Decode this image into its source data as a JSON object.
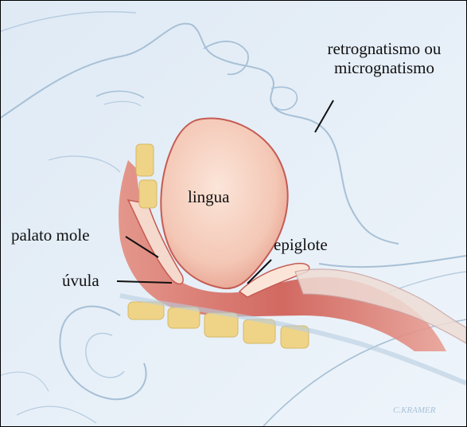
{
  "labels": {
    "retrognathism_line1": "retrognatismo ou",
    "retrognathism_line2": "micrognatismo",
    "tongue": "lingua",
    "soft_palate": "palato mole",
    "epiglottis": "epiglote",
    "uvula": "úvula"
  },
  "signature": "C.KRAMER",
  "colors": {
    "skin_background": "#e9f1f8",
    "sketch_line": "#a7c0d6",
    "tongue_fill": "#f3c6b4",
    "tongue_edge": "#c55b52",
    "airway_red": "#cf5a50",
    "bone_yellow": "#efd488",
    "label_text": "#111111"
  }
}
